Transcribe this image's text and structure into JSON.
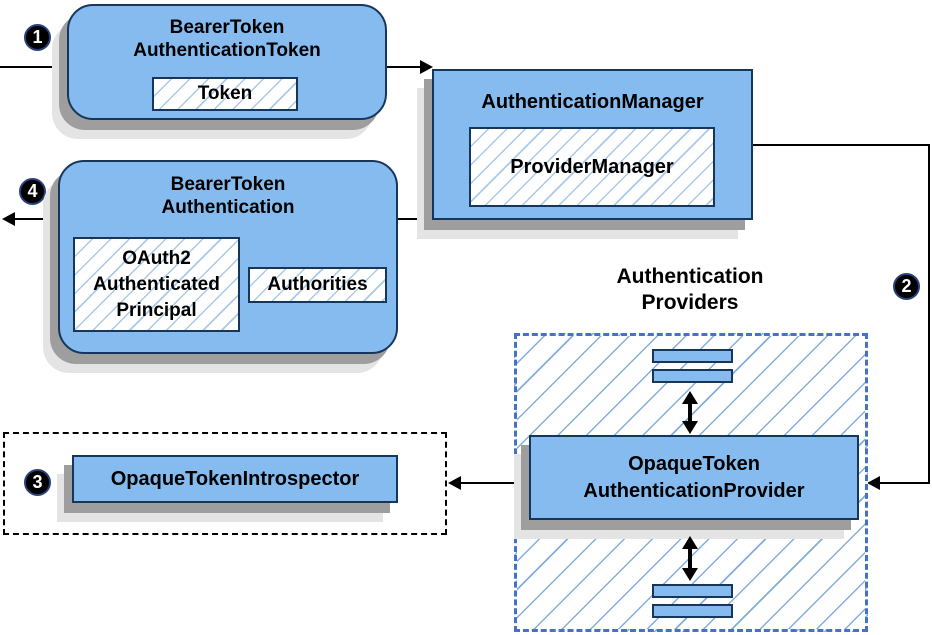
{
  "colors": {
    "node-fill": "#85bbee",
    "node-border": "#16365c",
    "hatch-line": "#a9c9ea",
    "hatch-line-strong": "#82aede",
    "providers-dash": "#4472c4",
    "introspector-dash": "#000000",
    "shadow-dark": "#9e9e9e",
    "shadow-light": "#e4e4e4",
    "connector": "#000000",
    "badge-bg": "#000000",
    "badge-fg": "#ffffff",
    "text": "#000000"
  },
  "steps": {
    "one": "1",
    "two": "2",
    "three": "3",
    "four": "4"
  },
  "nodes": {
    "bearer_token_authentication_token": {
      "line1": "BearerToken",
      "line2": "AuthenticationToken",
      "token_label": "Token"
    },
    "authentication_manager": {
      "title": "AuthenticationManager",
      "provider_manager_label": "ProviderManager"
    },
    "bearer_token_authentication": {
      "line1": "BearerToken",
      "line2": "Authentication",
      "principal_line1": "OAuth2",
      "principal_line2": "Authenticated",
      "principal_line3": "Principal",
      "authorities_label": "Authorities"
    },
    "authentication_providers": {
      "label_line1": "Authentication",
      "label_line2": "Providers"
    },
    "opaque_token_authentication_provider": {
      "line1": "OpaqueToken",
      "line2": "AuthenticationProvider"
    },
    "opaque_token_introspector": {
      "label": "OpaqueTokenIntrospector"
    }
  }
}
